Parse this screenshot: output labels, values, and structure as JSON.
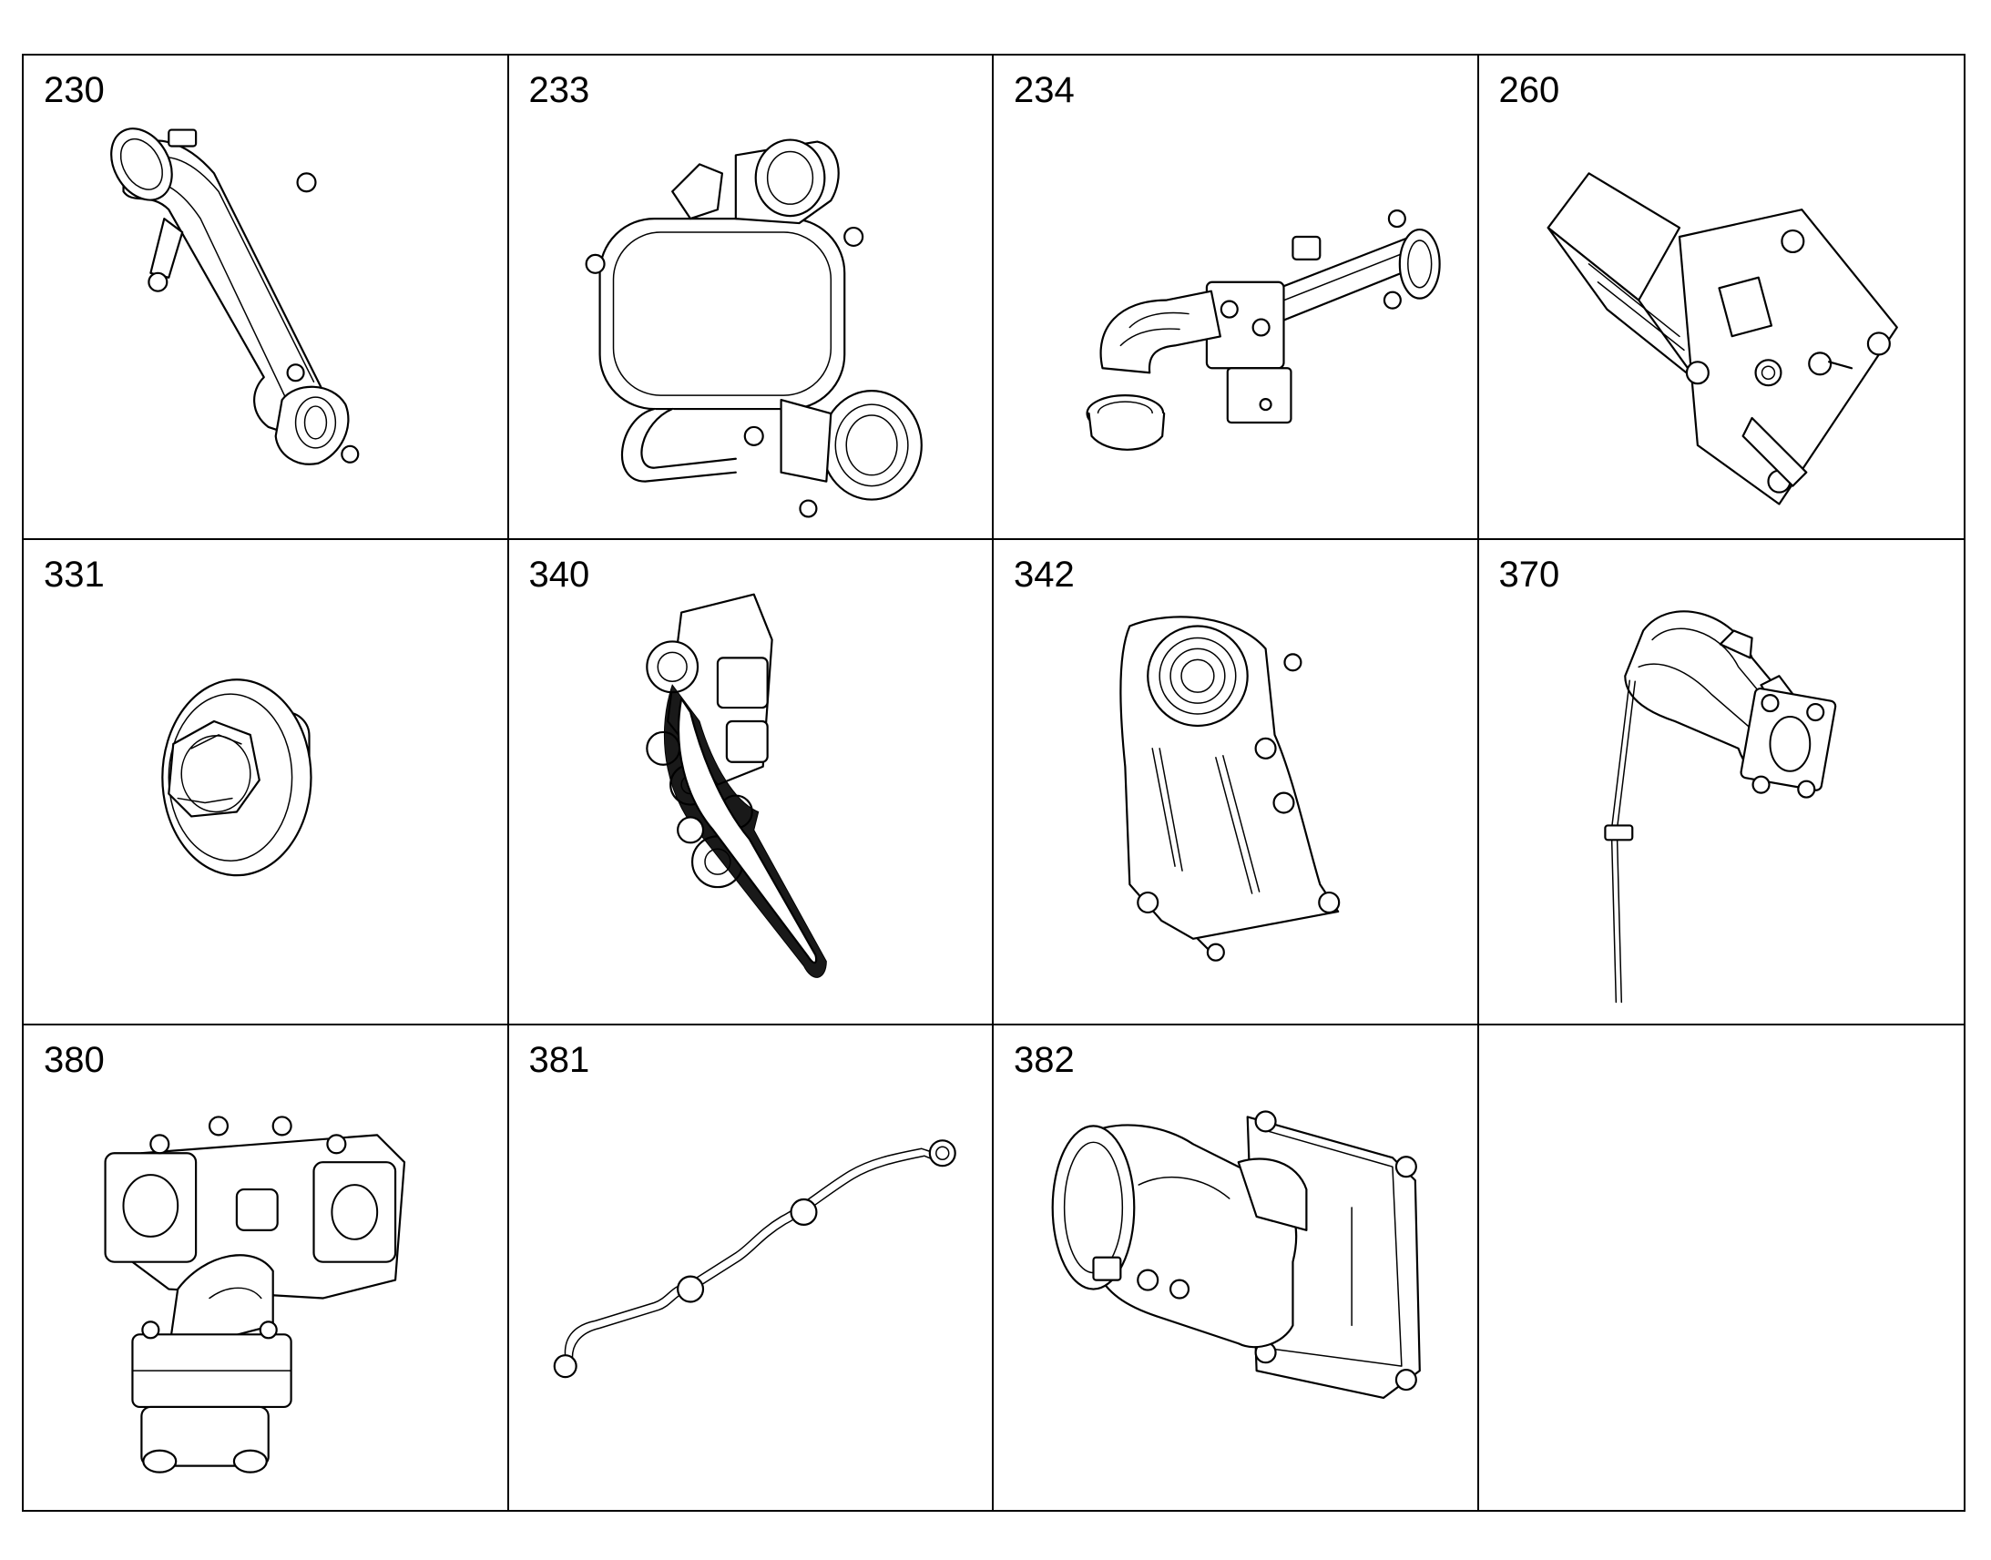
{
  "parts": [
    {
      "number": "230",
      "icon": "intake-pipe-with-clamps-icon"
    },
    {
      "number": "233",
      "icon": "egr-valve-assembly-icon"
    },
    {
      "number": "234",
      "icon": "air-intake-duct-icon"
    },
    {
      "number": "260",
      "icon": "mounting-plate-bracket-icon"
    },
    {
      "number": "331",
      "icon": "hex-plug-icon"
    },
    {
      "number": "340",
      "icon": "belt-drive-assembly-icon"
    },
    {
      "number": "342",
      "icon": "timing-cover-icon"
    },
    {
      "number": "370",
      "icon": "exhaust-manifold-with-sensor-icon"
    },
    {
      "number": "380",
      "icon": "thermostat-housing-icon"
    },
    {
      "number": "381",
      "icon": "fuel-line-icon"
    },
    {
      "number": "382",
      "icon": "intake-elbow-icon"
    },
    {
      "number": "",
      "icon": ""
    }
  ]
}
